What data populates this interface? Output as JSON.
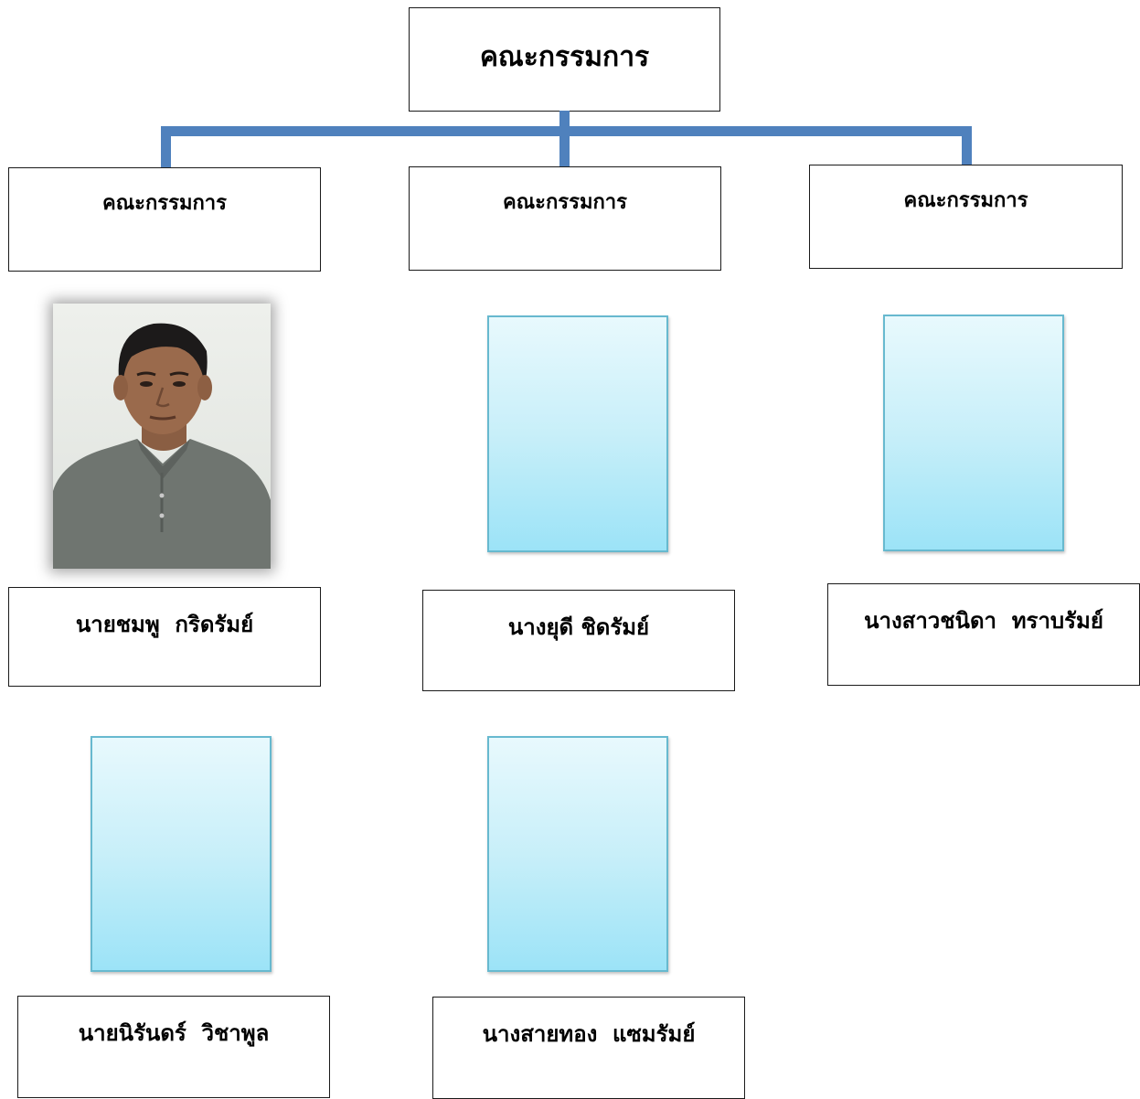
{
  "top": {
    "title": "คณะกรรมการ"
  },
  "roles": [
    {
      "title": "คณะกรรมการ"
    },
    {
      "title": "คณะกรรมการ"
    },
    {
      "title": "คณะกรรมการ"
    }
  ],
  "members": [
    {
      "name": "นายชมพู  กริดรัมย์"
    },
    {
      "name": "นางยุดี ชิดรัมย์"
    },
    {
      "name": "นางสาวชนิดา  ทราบรัมย์"
    },
    {
      "name": "นายนิรันดร์  วิชาพูล"
    },
    {
      "name": "นางสายทอง  แซมรัมย์"
    }
  ],
  "colors": {
    "connector": "#4f81bd",
    "placeholder_border": "#67b9cf",
    "placeholder_fill_top": "#e8f9fd",
    "placeholder_fill_bottom": "#9ce3f7"
  }
}
